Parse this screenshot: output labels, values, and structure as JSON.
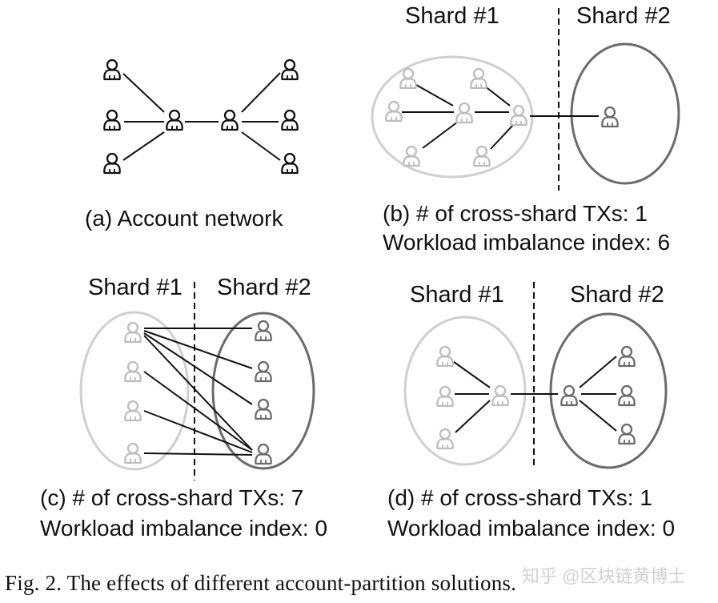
{
  "panels": {
    "a": {
      "caption": "(a) Account network"
    },
    "b": {
      "shard1": "Shard #1",
      "shard2": "Shard #2",
      "caption_line1": "(b) # of cross-shard TXs: 1",
      "caption_line2": "Workload imbalance index: 6"
    },
    "c": {
      "shard1": "Shard #1",
      "shard2": "Shard #2",
      "caption_line1": "(c) # of cross-shard TXs: 7",
      "caption_line2": "Workload imbalance index: 0"
    },
    "d": {
      "shard1": "Shard #1",
      "shard2": "Shard #2",
      "caption_line1": "(d) # of cross-shard TXs: 1",
      "caption_line2": "Workload imbalance index: 0"
    }
  },
  "figure_caption": "Fig. 2.  The effects of different account-partition solutions.",
  "watermark": "知乎 @区块链黄博士",
  "colors": {
    "black": "#111111",
    "light_gray": "#bdbdbd",
    "dark_gray": "#6b6b6b"
  },
  "icon": "user-icon"
}
